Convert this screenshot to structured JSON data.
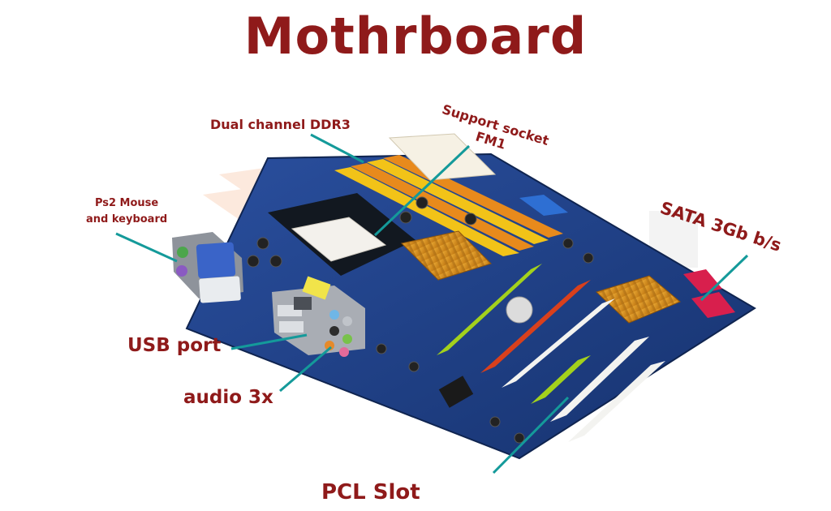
{
  "title": "Mothrboard",
  "labels": {
    "dual_channel": "Dual channel DDR3",
    "socket_line1": "Support socket",
    "socket_line2": "FM1",
    "ps2_line1": "Ps2 Mouse",
    "ps2_line2": "and keyboard",
    "sata": "SATA 3Gb b/s",
    "usb": "USB port",
    "audio": "audio 3x",
    "pcl": "PCL Slot"
  },
  "colors": {
    "title": "#8f1a1a",
    "label": "#8f1a1a",
    "leader": "#149a9a",
    "pcb": "#1f3f86",
    "ram_yellow": "#f2c318",
    "ram_orange": "#e88a1c",
    "pcie_green": "#a3d11c",
    "pcie_red": "#d9401c",
    "sata_red": "#d81f4d"
  }
}
